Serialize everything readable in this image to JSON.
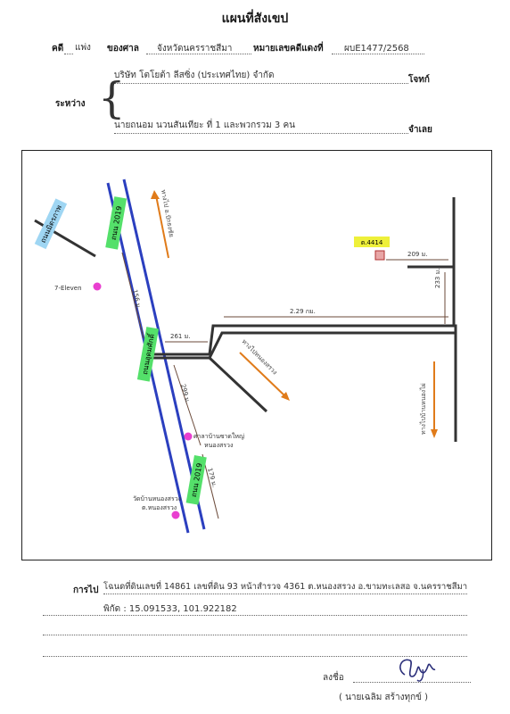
{
  "title": "แผนที่สังเขป",
  "case": {
    "label_case": "คดี",
    "case_type": "แพ่ง",
    "label_court": "ของศาล",
    "court": "จังหวัดนครราชสีมา",
    "label_red_no": "หมายเลขคดีแดงที่",
    "red_no": "ผบE1477/2568"
  },
  "parties": {
    "between_label": "ระหว่าง",
    "plaintiff": "บริษัท โตโยต้า ลีสซิ่ง (ประเทศไทย) จำกัด",
    "plaintiff_role": "โจทก์",
    "defendant": "นายถนอม นวนสันเทียะ ที่ 1 และพวกรวม 3 คน",
    "defendant_role": "จำเลย"
  },
  "map": {
    "road_a": "ถนนมิตรภาพ",
    "road_b": "ถนน 2019",
    "road_c": "ถนนอุดมศักดิ์",
    "highway": "ถนน 2019",
    "to_pak_thong_chai": "ทางไป อ.ปักธงชัย",
    "to_nong_sarawng": "ทางไปหนองสรวง",
    "to_north": "ทางไปบ้านหนองไผ่",
    "seven_eleven": "7-Eleven",
    "school": "ศาลาบ้านซาดใหญ่",
    "school_sub": "หนองสรวง",
    "temple": "วัดบ้านหนองสรวง",
    "temple_sub": "ต.หนองสรวง",
    "target": "ต.4414",
    "dist_1": "156 ม.",
    "dist_2": "261 ม.",
    "dist_3": "299 ม.",
    "dist_4": "179 ม.",
    "dist_5": "2.29 กม.",
    "dist_6": "209 ม.",
    "dist_7": "233 ม."
  },
  "directions": {
    "label": "การไป",
    "text": "โฉนดที่ดินเลขที่ 14861 เลขที่ดิน 93 หน้าสำรวจ 4361 ต.หนองสรวง อ.ขามทะเลสอ จ.นครราชสีมา",
    "coords": "พิกัด : 15.091533, 101.922182"
  },
  "signature": {
    "label": "ลงชื่อ",
    "name": "(     นายเฉลิม  สร้างทุกข์     )"
  }
}
